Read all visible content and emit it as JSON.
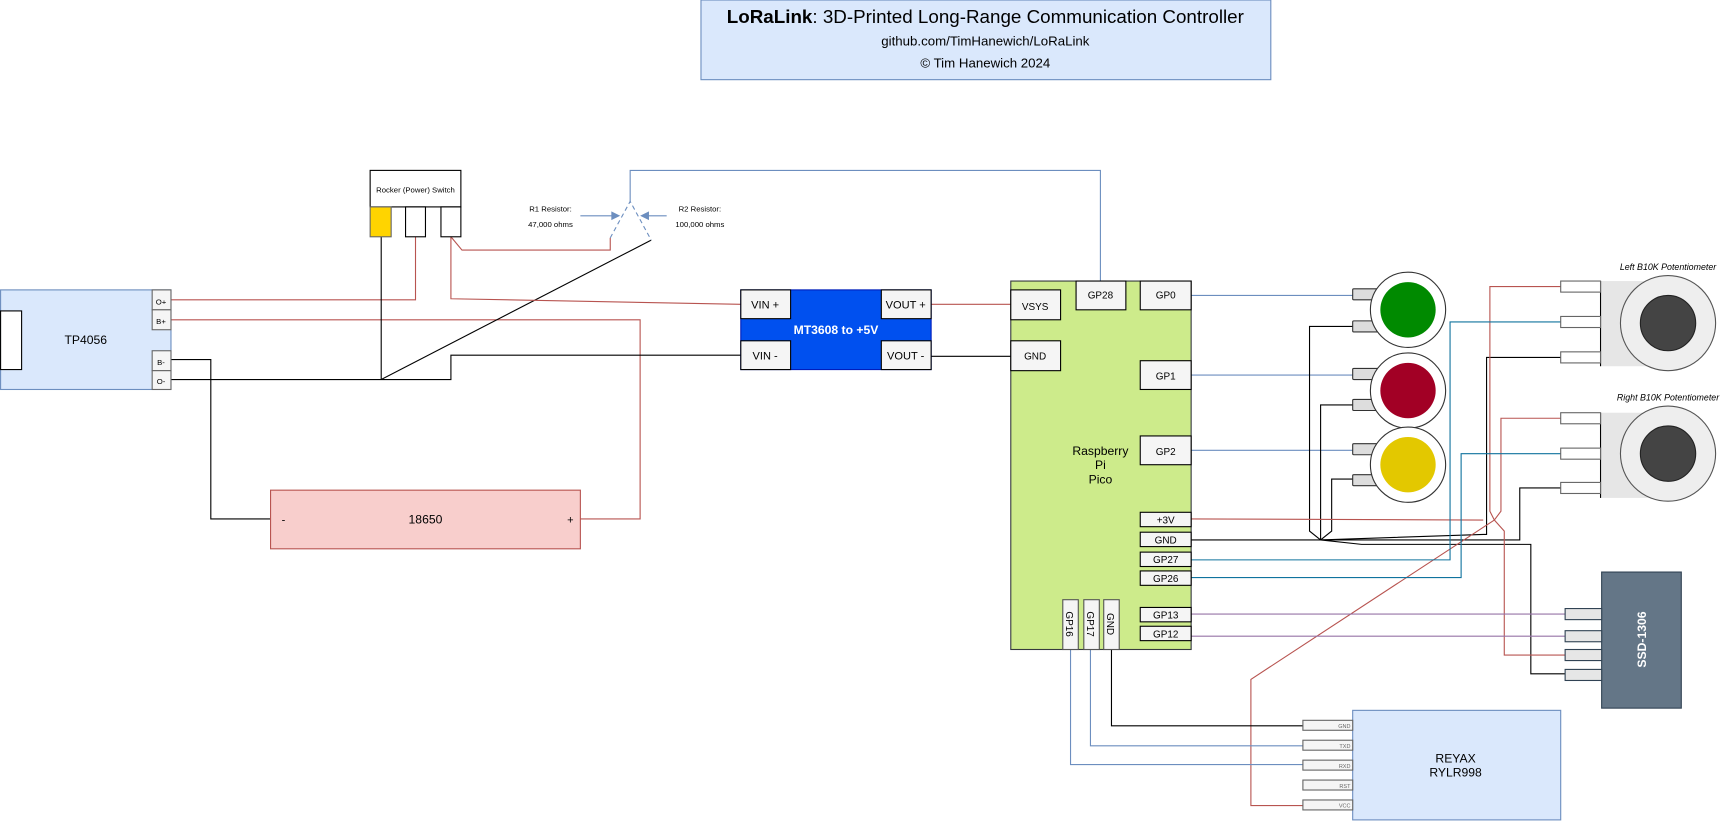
{
  "title": {
    "bold": "LoRaLink",
    "rest": ": 3D-Printed Long-Range Communication Controller",
    "url": "github.com/TimHanewich/LoRaLink",
    "copyright": "© Tim Hanewich 2024"
  },
  "tp4056": {
    "label": "TP4056",
    "pins": [
      "O+",
      "B+",
      "B-",
      "O-"
    ]
  },
  "battery": {
    "label": "18650",
    "minus": "-",
    "plus": "+"
  },
  "switch": {
    "label": "Rocker (Power) Switch"
  },
  "resistors": {
    "r1": {
      "name": "R1 Resistor:",
      "value": "47,000 ohms"
    },
    "r2": {
      "name": "R2 Resistor:",
      "value": "100,000 ohms"
    }
  },
  "boost": {
    "label": "MT3608 to +5V",
    "vin_plus": "VIN +",
    "vin_minus": "VIN -",
    "vout_plus": "VOUT +",
    "vout_minus": "VOUT -"
  },
  "pico": {
    "label_lines": [
      "Raspberry",
      "Pi",
      "Pico"
    ],
    "pins": {
      "vsys": "VSYS",
      "gnd_left": "GND",
      "gp28": "GP28",
      "gp0": "GP0",
      "gp1": "GP1",
      "gp2": "GP2",
      "v3": "+3V",
      "gnd_right": "GND",
      "gp27": "GP27",
      "gp26": "GP26",
      "gp13": "GP13",
      "gp12": "GP12",
      "gp16": "GP16",
      "gp17": "GP17",
      "gnd_bottom": "GND"
    }
  },
  "buttons": [
    {
      "name": "green-button",
      "color": "#008a00"
    },
    {
      "name": "red-button",
      "color": "#a20025"
    },
    {
      "name": "yellow-button",
      "color": "#e3c800"
    }
  ],
  "potentiometers": {
    "left": "Left B10K Potentiometer",
    "right": "Right B10K Potentiometer"
  },
  "display": {
    "label": "SSD-1306"
  },
  "lora": {
    "label_lines": [
      "REYAX",
      "RYLR998"
    ],
    "pins": [
      "GND",
      "TXD",
      "RXD",
      "RST",
      "VCC"
    ]
  },
  "colors": {
    "power_wire": "#b85450",
    "ground_wire": "#000000",
    "signal_wire": "#6c8ebf",
    "gpio_wire": "#10739e",
    "i2c_wire": "#9673a6",
    "pico_fill": "#cdeb8b",
    "boost_fill": "#0050ef",
    "module_fill": "#dae8fc",
    "battery_fill": "#f8cecc",
    "display_fill": "#647687"
  }
}
